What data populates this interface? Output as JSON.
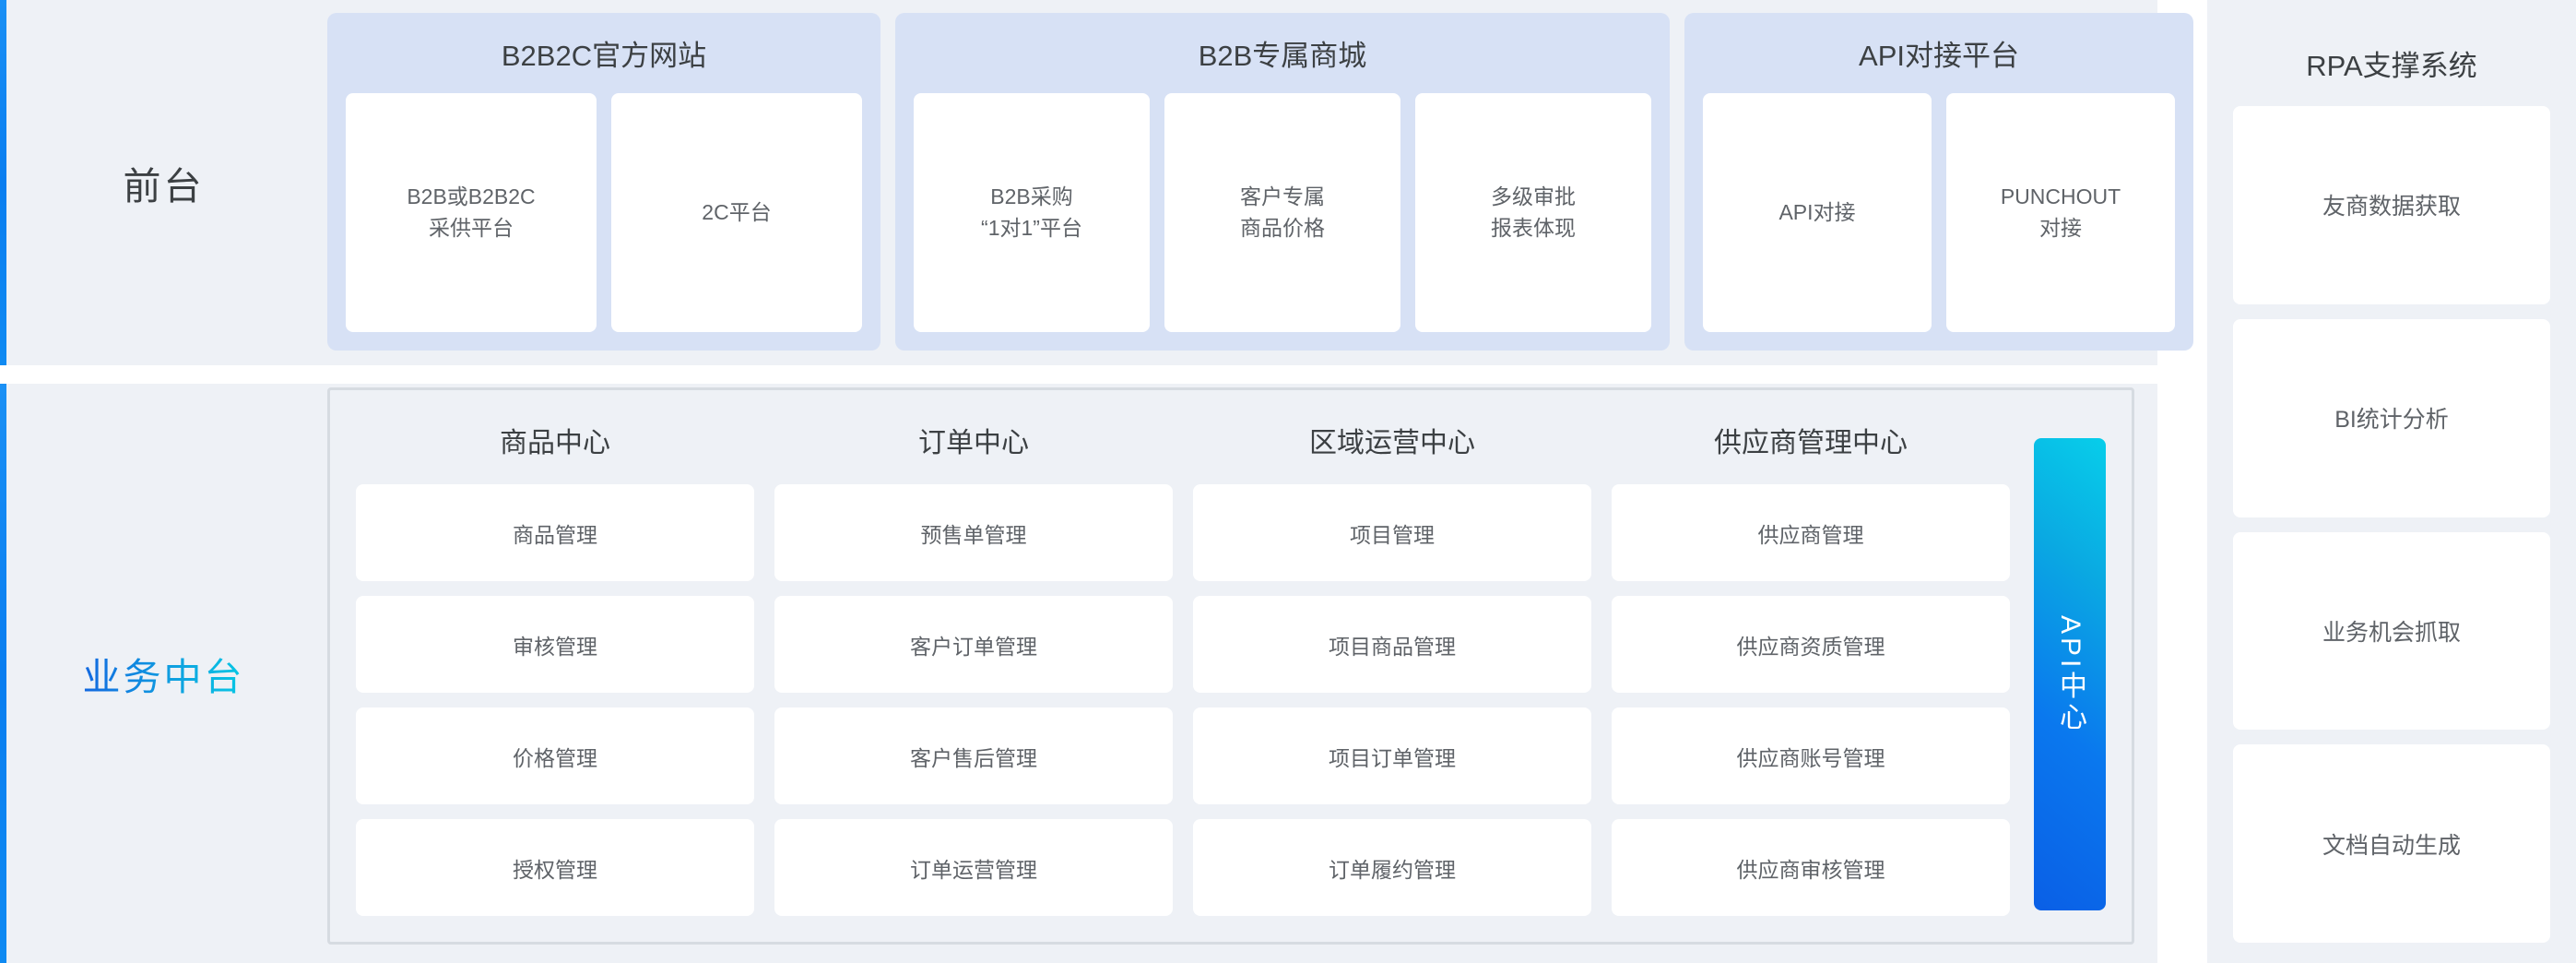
{
  "bands": [
    {
      "label": "前台",
      "accent_color": "#0a7ef0",
      "gradient_text": false
    },
    {
      "label": "业务中台",
      "accent_color": "#0a7ef0",
      "gradient_text": true
    }
  ],
  "front": {
    "panels": [
      {
        "title": "B2B2C官方网站",
        "cards": [
          {
            "lines": [
              "B2B或B2B2C",
              "采供平台"
            ]
          },
          {
            "lines": [
              "2C平台"
            ]
          }
        ]
      },
      {
        "title": "B2B专属商城",
        "cards": [
          {
            "lines": [
              "B2B采购",
              "“1对1”平台"
            ]
          },
          {
            "lines": [
              "客户专属",
              "商品价格"
            ]
          },
          {
            "lines": [
              "多级审批",
              "报表体现"
            ]
          }
        ]
      },
      {
        "title": "API对接平台",
        "cards": [
          {
            "lines": [
              "API对接"
            ]
          },
          {
            "lines": [
              "PUNCHOUT",
              "对接"
            ]
          }
        ]
      }
    ]
  },
  "middle": {
    "columns": [
      {
        "title": "商品中心",
        "items": [
          "商品管理",
          "审核管理",
          "价格管理",
          "授权管理"
        ]
      },
      {
        "title": "订单中心",
        "items": [
          "预售单管理",
          "客户订单管理",
          "客户售后管理",
          "订单运营管理"
        ]
      },
      {
        "title": "区域运营中心",
        "items": [
          "项目管理",
          "项目商品管理",
          "项目订单管理",
          "订单履约管理"
        ]
      },
      {
        "title": "供应商管理中心",
        "items": [
          "供应商管理",
          "供应商资质管理",
          "供应商账号管理",
          "供应商审核管理"
        ]
      }
    ],
    "api_rail": {
      "label": "API中心",
      "gradient_from": "#0a5fe6",
      "gradient_to": "#07ceea"
    }
  },
  "rpa": {
    "title": "RPA支撑系统",
    "cards": [
      "友商数据获取",
      "BI统计分析",
      "业务机会抓取",
      "文档自动生成"
    ]
  },
  "colors": {
    "page_bg": "#ffffff",
    "band_bg": "#eef1f6",
    "panel_bg": "#d7e1f5",
    "card_bg": "#ffffff",
    "title_text": "#3c4043",
    "card_text": "#5f6368",
    "box_border": "#d6dbe1"
  }
}
